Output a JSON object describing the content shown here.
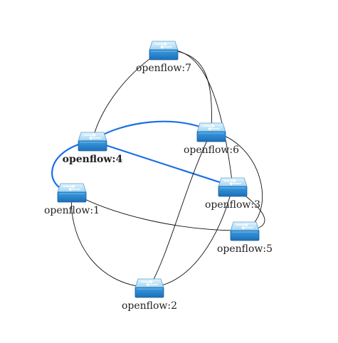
{
  "diagram": {
    "highlight_color": "#1a6fe8",
    "edge_color": "#111111",
    "switch_icon": "network-switch-icon",
    "switch_colors": {
      "top": "#bfe3f7",
      "front": "#2a86cf",
      "side": "#1a5f9e"
    },
    "nodes": [
      {
        "id": "7",
        "label": "openflow:7",
        "selected": false
      },
      {
        "id": "4",
        "label": "openflow:4",
        "selected": true
      },
      {
        "id": "6",
        "label": "openflow:6",
        "selected": false
      },
      {
        "id": "1",
        "label": "openflow:1",
        "selected": false
      },
      {
        "id": "3",
        "label": "openflow:3",
        "selected": false
      },
      {
        "id": "5",
        "label": "openflow:5",
        "selected": false
      },
      {
        "id": "2",
        "label": "openflow:2",
        "selected": false
      }
    ],
    "links": [
      {
        "source": "7",
        "target": "4",
        "highlighted": false
      },
      {
        "source": "7",
        "target": "6",
        "highlighted": false
      },
      {
        "source": "7",
        "target": "3",
        "highlighted": false
      },
      {
        "source": "4",
        "target": "6",
        "highlighted": true
      },
      {
        "source": "4",
        "target": "3",
        "highlighted": true
      },
      {
        "source": "4",
        "target": "1",
        "highlighted": true
      },
      {
        "source": "6",
        "target": "2",
        "highlighted": false
      },
      {
        "source": "6",
        "target": "5",
        "highlighted": false
      },
      {
        "source": "1",
        "target": "5",
        "highlighted": false
      },
      {
        "source": "1",
        "target": "2",
        "highlighted": false
      },
      {
        "source": "3",
        "target": "2",
        "highlighted": false
      },
      {
        "source": "3",
        "target": "5",
        "highlighted": false
      }
    ]
  }
}
